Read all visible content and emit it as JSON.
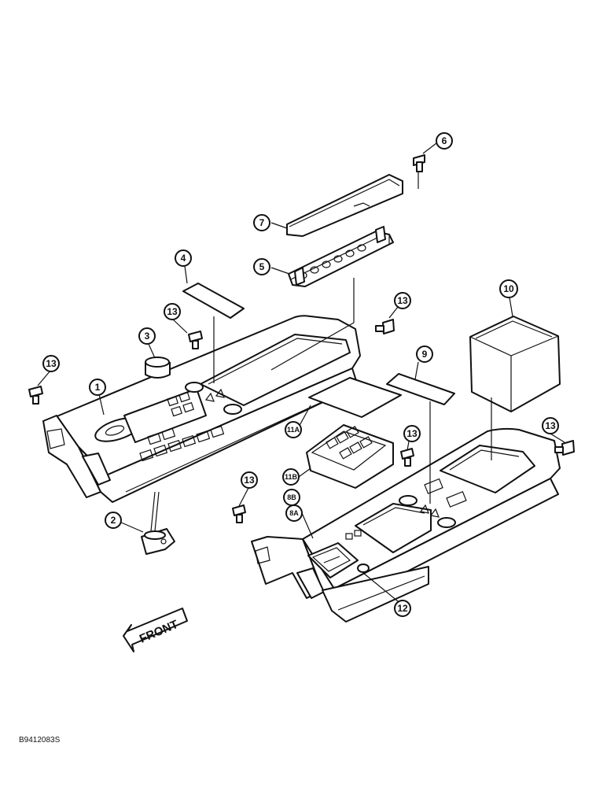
{
  "callouts": {
    "c1": "1",
    "c2": "2",
    "c3": "3",
    "c4": "4",
    "c5": "5",
    "c6": "6",
    "c7": "7",
    "c8a": "8A",
    "c8b": "8B",
    "c9": "9",
    "c10": "10",
    "c11a": "11A",
    "c11b": "11B",
    "c12": "12",
    "c13": "13"
  },
  "front_label": "FRONT",
  "figure_code": "B9412083S"
}
